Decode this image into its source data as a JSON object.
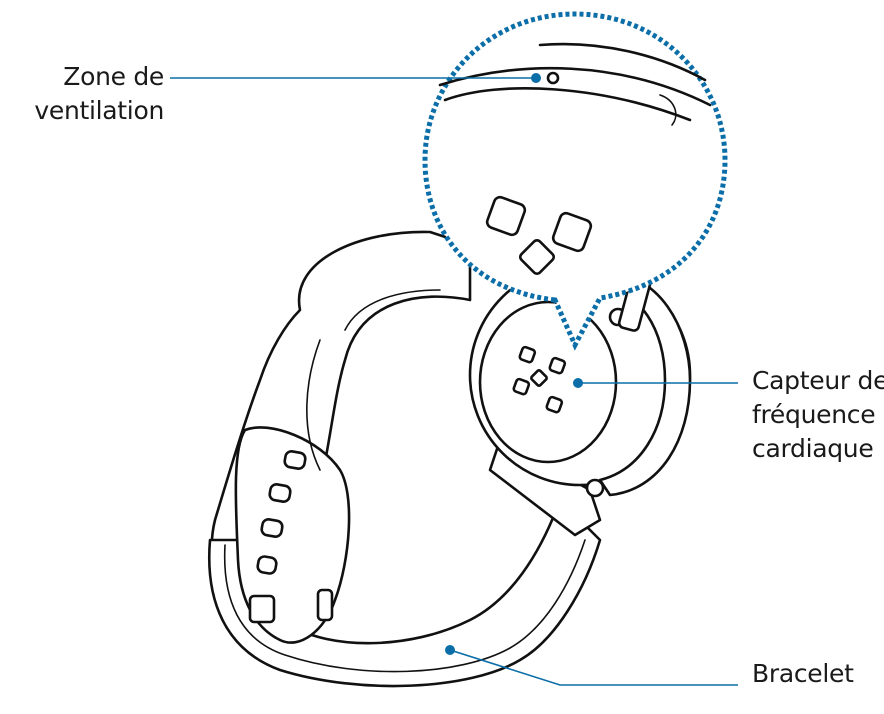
{
  "labels": {
    "ventilation": [
      "Zone de",
      "ventilation"
    ],
    "heart_rate_sensor": [
      "Capteur de",
      "fréquence",
      "cardiaque"
    ],
    "band": [
      "Bracelet"
    ]
  },
  "colors": {
    "callout": "#0b6ea8",
    "outline": "#111111",
    "background": "#ffffff"
  }
}
